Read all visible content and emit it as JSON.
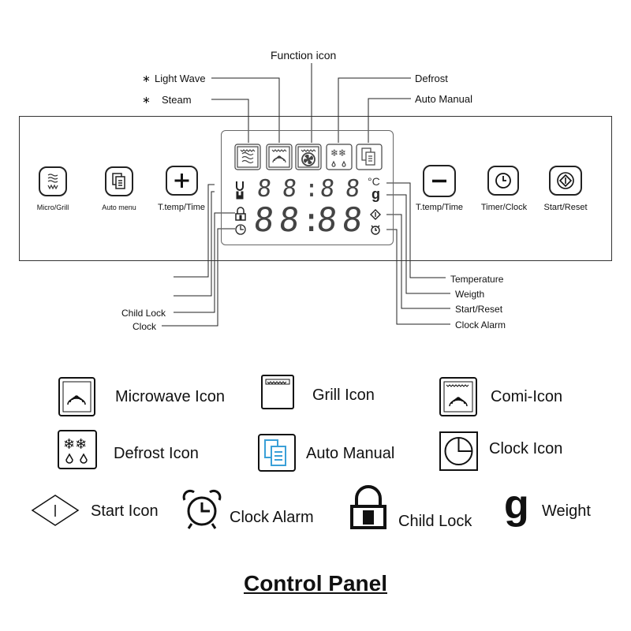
{
  "callouts": {
    "function_icon": "Function icon",
    "light_wave": "Light Wave",
    "light_wave_mark": "∗",
    "steam": "Steam",
    "steam_mark": "∗",
    "defrost": "Defrost",
    "auto_manual": "Auto Manual",
    "child_lock": "Child Lock",
    "clock": "Clock",
    "temperature": "Temperature",
    "weigth": "Weigth",
    "start_reset": "Start/Reset",
    "clock_alarm": "Clock Alarm"
  },
  "buttons": {
    "micro_grill": "Micro/Grill",
    "auto_menu": "Auto menu",
    "plus_temp_time": "T.temp/Time",
    "minus_temp_time": "T.temp/Time",
    "timer_clock": "Timer/Clock",
    "start_reset": "Start/Reset"
  },
  "display": {
    "top_digits": [
      "8",
      "8",
      "8",
      "8"
    ],
    "bottom_digits": [
      "8",
      "8",
      "8",
      "8"
    ],
    "colon": ":",
    "temp_symbol": "°C",
    "weight_symbol": "g"
  },
  "legend": {
    "microwave": "Microwave Icon",
    "grill": "Grill Icon",
    "combi": "Comi-Icon",
    "defrost": "Defrost Icon",
    "auto_manual": "Auto Manual",
    "clock": "Clock Icon",
    "start": "Start Icon",
    "clock_alarm": "Clock Alarm",
    "child_lock": "Child Lock",
    "weight": "Weight",
    "weight_glyph": "g"
  },
  "title": "Control Panel",
  "colors": {
    "line": "#222222",
    "auto_manual_icon": "#3aa0d8"
  }
}
